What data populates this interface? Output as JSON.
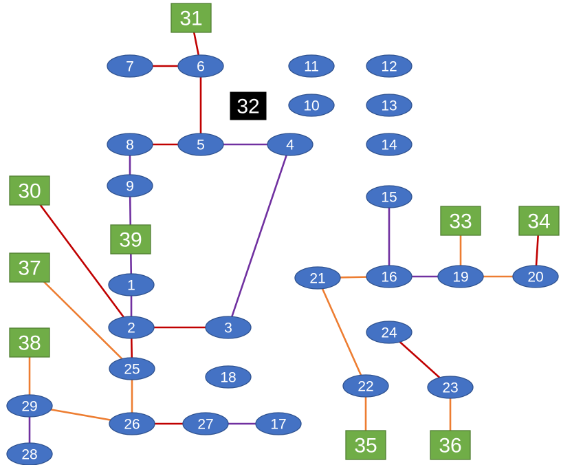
{
  "colors": {
    "red": "#c00000",
    "purple": "#7030a0",
    "orange": "#ed7d31",
    "bus": "#4472c4",
    "generator": "#70ad47",
    "special": "#000000"
  },
  "nodes": [
    {
      "id": "1",
      "shape": "ellipse"
    },
    {
      "id": "2",
      "shape": "ellipse"
    },
    {
      "id": "3",
      "shape": "ellipse"
    },
    {
      "id": "4",
      "shape": "ellipse"
    },
    {
      "id": "5",
      "shape": "ellipse"
    },
    {
      "id": "6",
      "shape": "ellipse"
    },
    {
      "id": "7",
      "shape": "ellipse"
    },
    {
      "id": "8",
      "shape": "ellipse"
    },
    {
      "id": "9",
      "shape": "ellipse"
    },
    {
      "id": "10",
      "shape": "ellipse"
    },
    {
      "id": "11",
      "shape": "ellipse"
    },
    {
      "id": "12",
      "shape": "ellipse"
    },
    {
      "id": "13",
      "shape": "ellipse"
    },
    {
      "id": "14",
      "shape": "ellipse"
    },
    {
      "id": "15",
      "shape": "ellipse"
    },
    {
      "id": "16",
      "shape": "ellipse"
    },
    {
      "id": "17",
      "shape": "ellipse"
    },
    {
      "id": "18",
      "shape": "ellipse"
    },
    {
      "id": "19",
      "shape": "ellipse"
    },
    {
      "id": "20",
      "shape": "ellipse"
    },
    {
      "id": "21",
      "shape": "ellipse"
    },
    {
      "id": "22",
      "shape": "ellipse"
    },
    {
      "id": "23",
      "shape": "ellipse"
    },
    {
      "id": "24",
      "shape": "ellipse"
    },
    {
      "id": "25",
      "shape": "ellipse"
    },
    {
      "id": "26",
      "shape": "ellipse"
    },
    {
      "id": "27",
      "shape": "ellipse"
    },
    {
      "id": "28",
      "shape": "ellipse"
    },
    {
      "id": "29",
      "shape": "ellipse"
    },
    {
      "id": "30",
      "shape": "rect-green"
    },
    {
      "id": "31",
      "shape": "rect-green"
    },
    {
      "id": "32",
      "shape": "rect-black"
    },
    {
      "id": "33",
      "shape": "rect-green"
    },
    {
      "id": "34",
      "shape": "rect-green"
    },
    {
      "id": "35",
      "shape": "rect-green"
    },
    {
      "id": "36",
      "shape": "rect-green"
    },
    {
      "id": "37",
      "shape": "rect-green"
    },
    {
      "id": "38",
      "shape": "rect-green"
    },
    {
      "id": "39",
      "shape": "rect-green"
    }
  ],
  "edges": [
    {
      "from": "31",
      "to": "6",
      "color": "red"
    },
    {
      "from": "7",
      "to": "6",
      "color": "red"
    },
    {
      "from": "6",
      "to": "5",
      "color": "red"
    },
    {
      "from": "8",
      "to": "5",
      "color": "red"
    },
    {
      "from": "5",
      "to": "4",
      "color": "purple"
    },
    {
      "from": "8",
      "to": "9",
      "color": "purple"
    },
    {
      "from": "9",
      "to": "39",
      "color": "purple"
    },
    {
      "from": "39",
      "to": "1",
      "color": "purple"
    },
    {
      "from": "1",
      "to": "2",
      "color": "purple"
    },
    {
      "from": "4",
      "to": "3",
      "color": "purple"
    },
    {
      "from": "2",
      "to": "3",
      "color": "red"
    },
    {
      "from": "30",
      "to": "2",
      "color": "red"
    },
    {
      "from": "2",
      "to": "25",
      "color": "red"
    },
    {
      "from": "37",
      "to": "25",
      "color": "orange"
    },
    {
      "from": "25",
      "to": "26",
      "color": "orange"
    },
    {
      "from": "29",
      "to": "26",
      "color": "orange"
    },
    {
      "from": "38",
      "to": "29",
      "color": "orange"
    },
    {
      "from": "29",
      "to": "28",
      "color": "purple"
    },
    {
      "from": "26",
      "to": "27",
      "color": "red"
    },
    {
      "from": "27",
      "to": "17",
      "color": "purple"
    },
    {
      "from": "15",
      "to": "16",
      "color": "purple"
    },
    {
      "from": "21",
      "to": "16",
      "color": "orange"
    },
    {
      "from": "16",
      "to": "19",
      "color": "purple"
    },
    {
      "from": "33",
      "to": "19",
      "color": "orange"
    },
    {
      "from": "19",
      "to": "20",
      "color": "orange"
    },
    {
      "from": "34",
      "to": "20",
      "color": "red"
    },
    {
      "from": "21",
      "to": "22",
      "color": "orange"
    },
    {
      "from": "22",
      "to": "35",
      "color": "orange"
    },
    {
      "from": "24",
      "to": "23",
      "color": "red"
    },
    {
      "from": "23",
      "to": "36",
      "color": "orange"
    }
  ]
}
